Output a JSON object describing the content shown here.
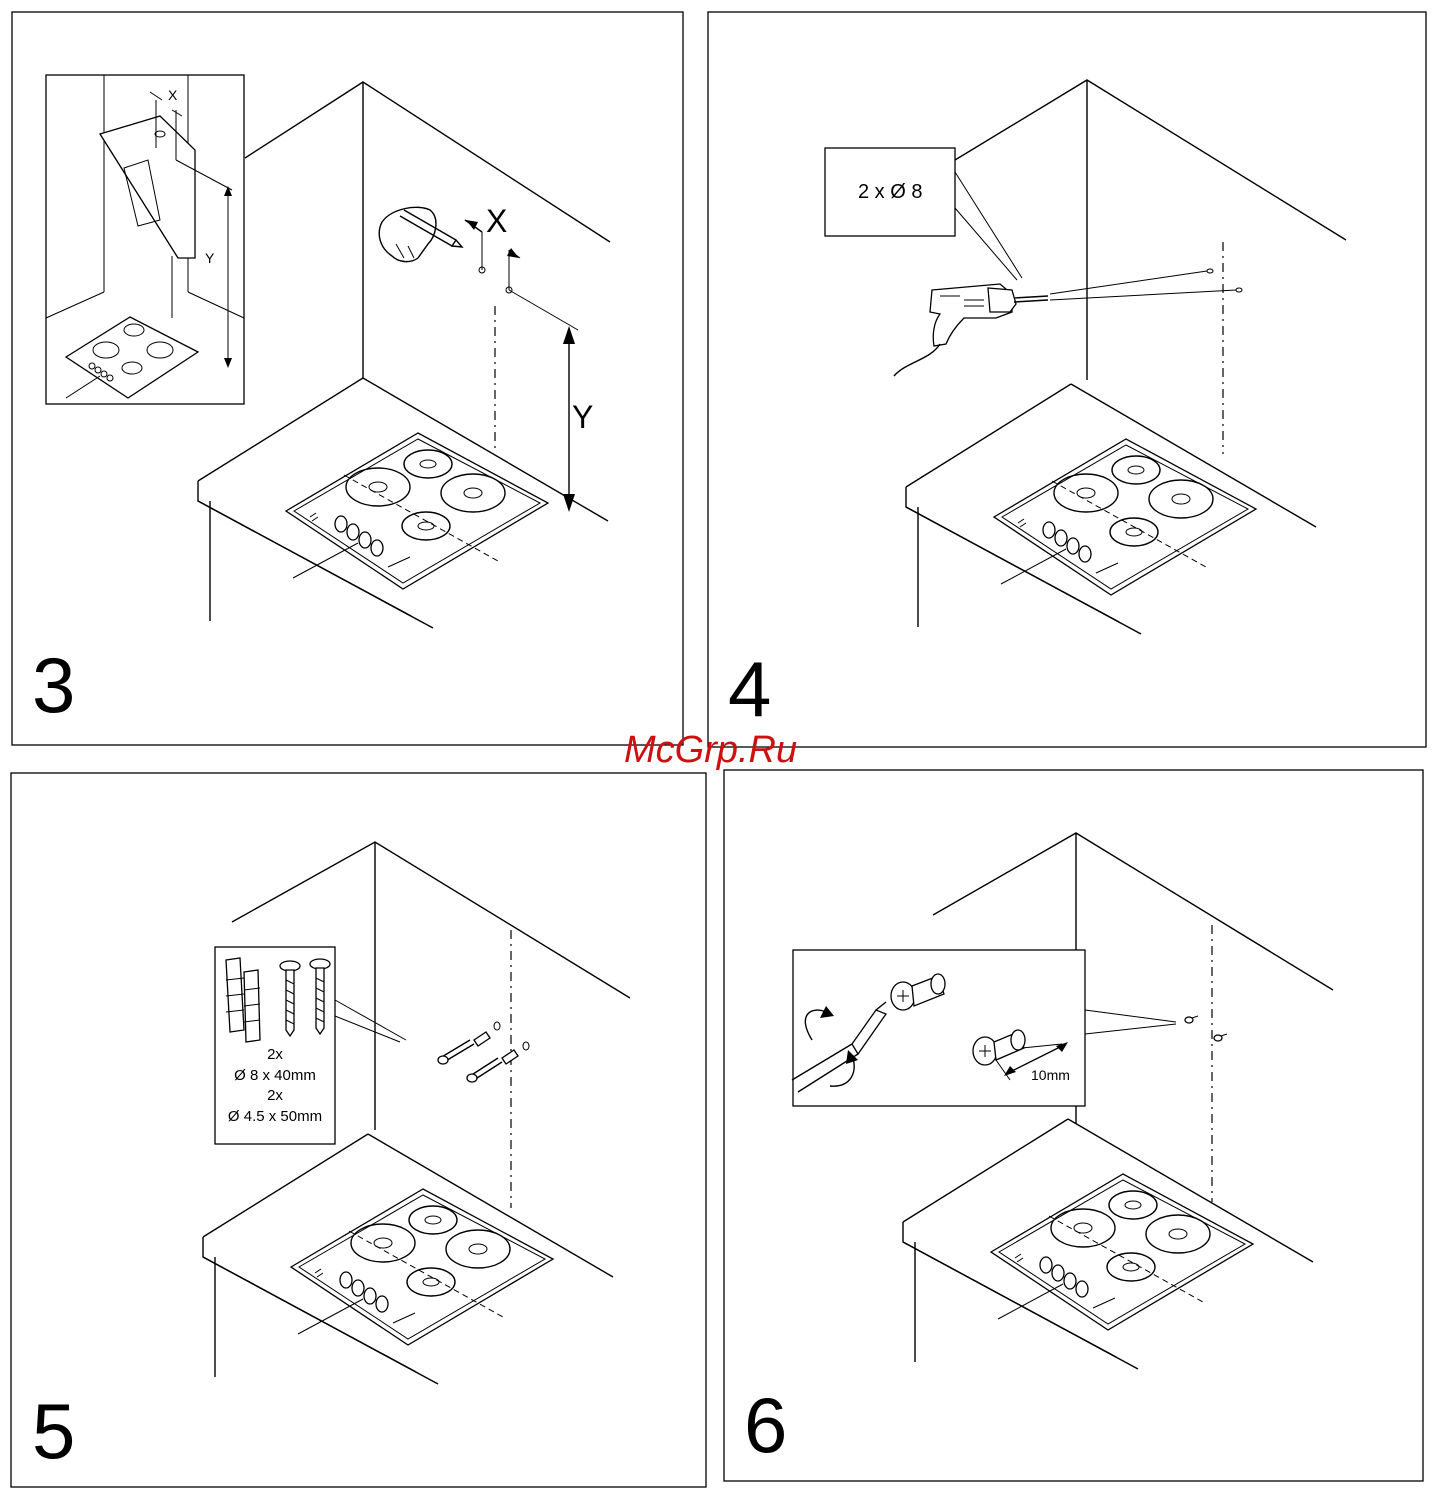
{
  "steps": [
    {
      "number": "3",
      "labels": {
        "x": "X",
        "y": "Y",
        "inset_x": "X",
        "inset_y": "Y"
      }
    },
    {
      "number": "4",
      "callout": "2 x Ø 8"
    },
    {
      "number": "5",
      "callout_lines": [
        "2x",
        "Ø 8 x 40mm",
        "2x",
        "Ø 4.5 x 50mm"
      ]
    },
    {
      "number": "6",
      "dimension": "10mm"
    }
  ],
  "watermark": "McGrp.Ru",
  "colors": {
    "line": "#000000",
    "watermark": "#cc1111",
    "background": "#ffffff"
  }
}
